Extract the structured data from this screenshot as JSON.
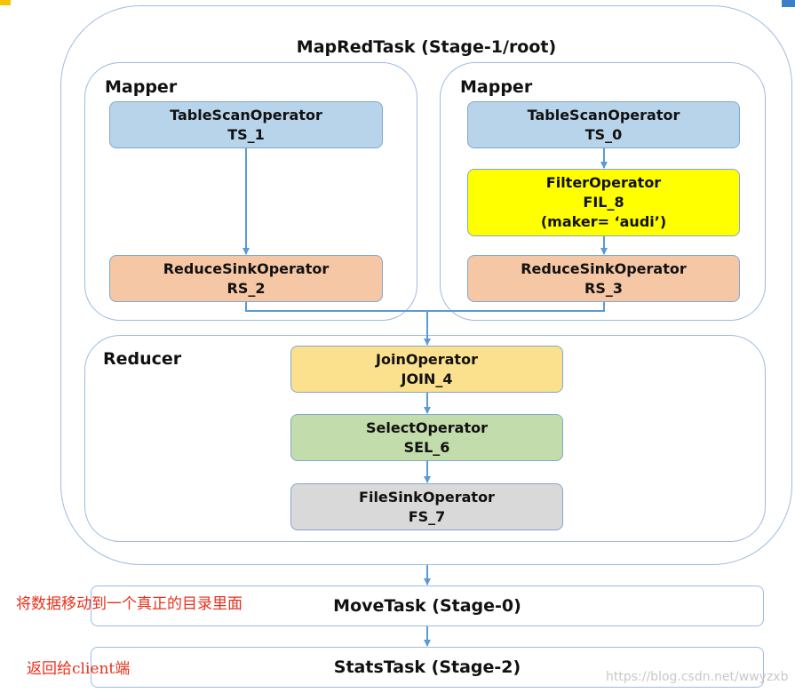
{
  "map_red_task": {
    "title": "MapRedTask (Stage-1/root)"
  },
  "mapper_left": {
    "title": "Mapper",
    "table_scan": {
      "name": "TableScanOperator",
      "id": "TS_1"
    },
    "reduce_sink": {
      "name": "ReduceSinkOperator",
      "id": "RS_2"
    }
  },
  "mapper_right": {
    "title": "Mapper",
    "table_scan": {
      "name": "TableScanOperator",
      "id": "TS_0"
    },
    "filter": {
      "name": "FilterOperator",
      "id": "FIL_8",
      "predicate": "(maker= ‘audi’)"
    },
    "reduce_sink": {
      "name": "ReduceSinkOperator",
      "id": "RS_3"
    }
  },
  "reducer": {
    "title": "Reducer",
    "join": {
      "name": "JoinOperator",
      "id": "JOIN_4"
    },
    "select": {
      "name": "SelectOperator",
      "id": "SEL_6"
    },
    "file_sink": {
      "name": "FileSinkOperator",
      "id": "FS_7"
    }
  },
  "move_task": {
    "title": "MoveTask (Stage-0)",
    "note": "将数据移动到一个真正的目录里面"
  },
  "stats_task": {
    "title": "StatsTask (Stage-2)",
    "note": "返回给client端"
  },
  "watermark": "https://blog.csdn.net/wwyzxb",
  "colors": {
    "blue_node": "#b8d4ea",
    "salmon_node": "#f6c7a4",
    "yellow_node": "#ffff00",
    "gold_node": "#fbe18e",
    "green_node": "#c3dcab",
    "grey_node": "#d9d9d9",
    "arrow": "#5b9bd5",
    "note_red": "#e8301b"
  }
}
